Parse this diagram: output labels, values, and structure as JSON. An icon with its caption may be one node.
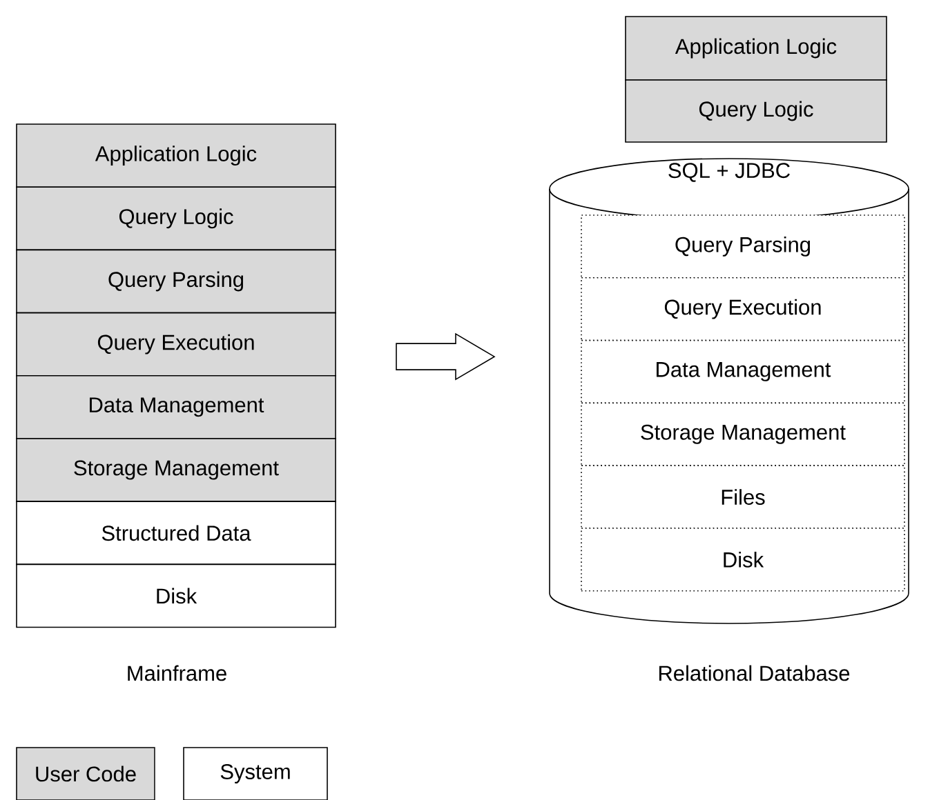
{
  "diagram": {
    "nodes": [
      {
        "text": [
          "Application Logic"
        ]
      },
      {
        "text": [
          "Query Logic"
        ]
      },
      {
        "text": [
          "Query Parsing"
        ]
      },
      {
        "text": [
          "Query Execution"
        ]
      },
      {
        "text": [
          "Data Management"
        ]
      },
      {
        "text": [
          "Storage Management"
        ]
      },
      {
        "text": [
          "Structured Data"
        ]
      },
      {
        "text": [
          "Disk"
        ]
      },
      {
        "text": [
          "Application Logic"
        ]
      },
      {
        "text": [
          "Query Logic"
        ]
      },
      {
        "text": [
          "SQL + JDBC"
        ]
      },
      {
        "text": [
          "Query Parsing"
        ],
        "in": 10
      },
      {
        "text": [
          "Query Execution"
        ],
        "in": 10
      },
      {
        "text": [
          "Data Management"
        ],
        "in": 10
      },
      {
        "text": [
          "Storage Management"
        ],
        "in": 10
      },
      {
        "text": [
          "Files"
        ],
        "in": 10
      },
      {
        "text": [
          "Disk"
        ],
        "in": 10
      }
    ],
    "edges": [
      {
        "from": 3,
        "to": 10,
        "arrow": "to"
      }
    ],
    "labels": [
      "Mainframe",
      "Relational Database"
    ],
    "legend": [
      {
        "text": "User Code",
        "color": "#d9d9d9"
      },
      {
        "text": "System"
      }
    ]
  }
}
